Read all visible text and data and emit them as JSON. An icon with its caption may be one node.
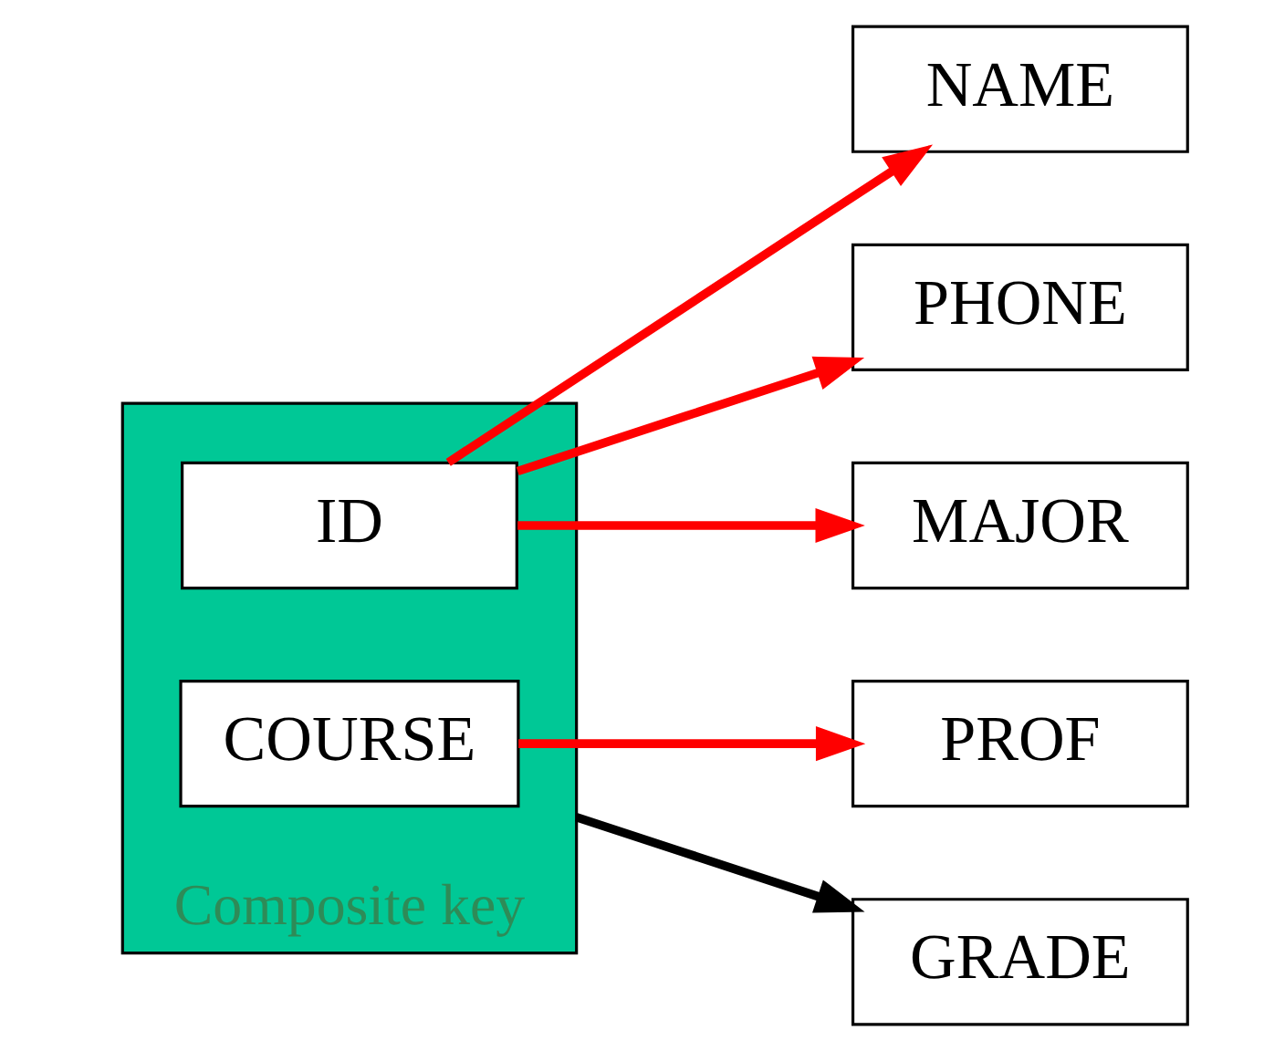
{
  "diagram": {
    "nodes": [
      {
        "text": [
          "Composite key"
        ]
      },
      {
        "text": [
          "ID"
        ],
        "in": 0
      },
      {
        "text": [
          "COURSE"
        ],
        "in": 0
      },
      {
        "text": [
          "NAME"
        ]
      },
      {
        "text": [
          "PHONE"
        ]
      },
      {
        "text": [
          "MAJOR"
        ]
      },
      {
        "text": [
          "PROF"
        ]
      },
      {
        "text": [
          "GRADE"
        ]
      }
    ],
    "edges": [
      {
        "from": 1,
        "to": 3,
        "arrow": "to"
      },
      {
        "from": 1,
        "to": 4,
        "arrow": "to"
      },
      {
        "from": 1,
        "to": 5,
        "arrow": "to"
      },
      {
        "from": 2,
        "to": 6,
        "arrow": "to"
      },
      {
        "from": 0,
        "to": 7,
        "arrow": "to",
        "color": "#000000"
      }
    ]
  }
}
